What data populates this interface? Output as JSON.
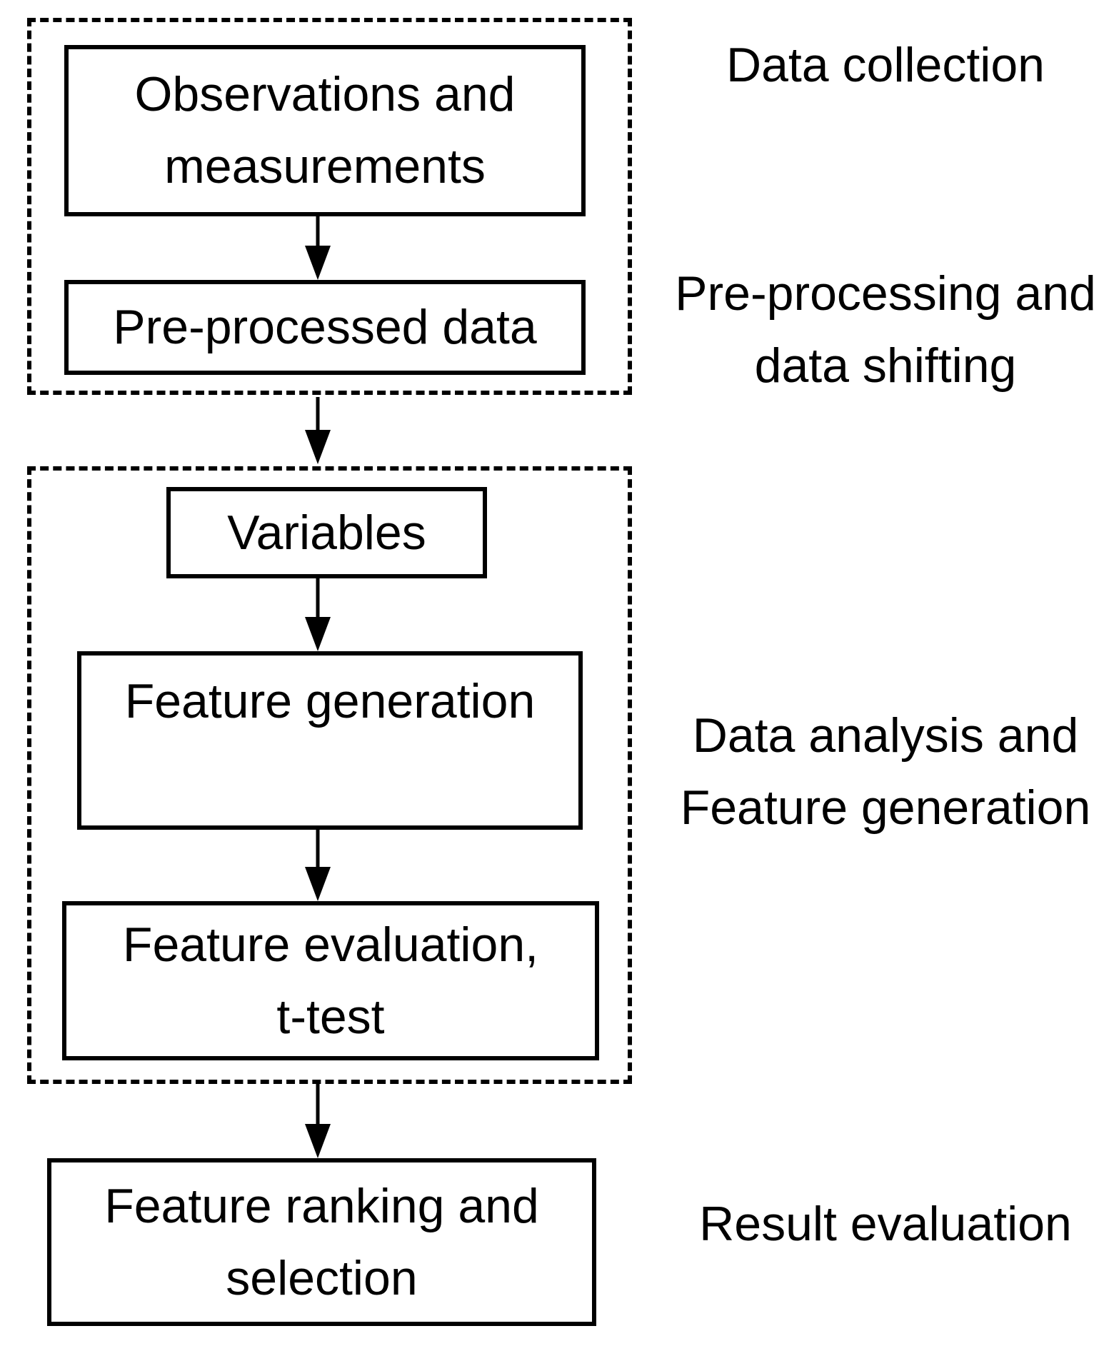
{
  "diagram": {
    "colors": {
      "line": "#000000",
      "background": "#ffffff"
    },
    "nodes": [
      {
        "id": "observations-measurements",
        "lines": [
          "Observations and",
          "measurements"
        ]
      },
      {
        "id": "pre-processed-data",
        "lines": [
          "Pre-processed data"
        ]
      },
      {
        "id": "variables",
        "lines": [
          "Variables"
        ]
      },
      {
        "id": "feature-generation",
        "lines": [
          "Feature generation"
        ]
      },
      {
        "id": "feature-evaluation",
        "lines": [
          "Feature evaluation,",
          "t-test"
        ]
      },
      {
        "id": "feature-ranking-selection",
        "lines": [
          "Feature ranking and",
          "selection"
        ]
      }
    ],
    "side_labels": [
      {
        "id": "data-collection",
        "lines": [
          "Data collection"
        ]
      },
      {
        "id": "pre-processing",
        "lines": [
          "Pre-processing and",
          "data shifting"
        ]
      },
      {
        "id": "data-analysis",
        "lines": [
          "Data analysis and",
          "Feature generation"
        ]
      },
      {
        "id": "result-evaluation",
        "lines": [
          "Result evaluation"
        ]
      }
    ]
  }
}
